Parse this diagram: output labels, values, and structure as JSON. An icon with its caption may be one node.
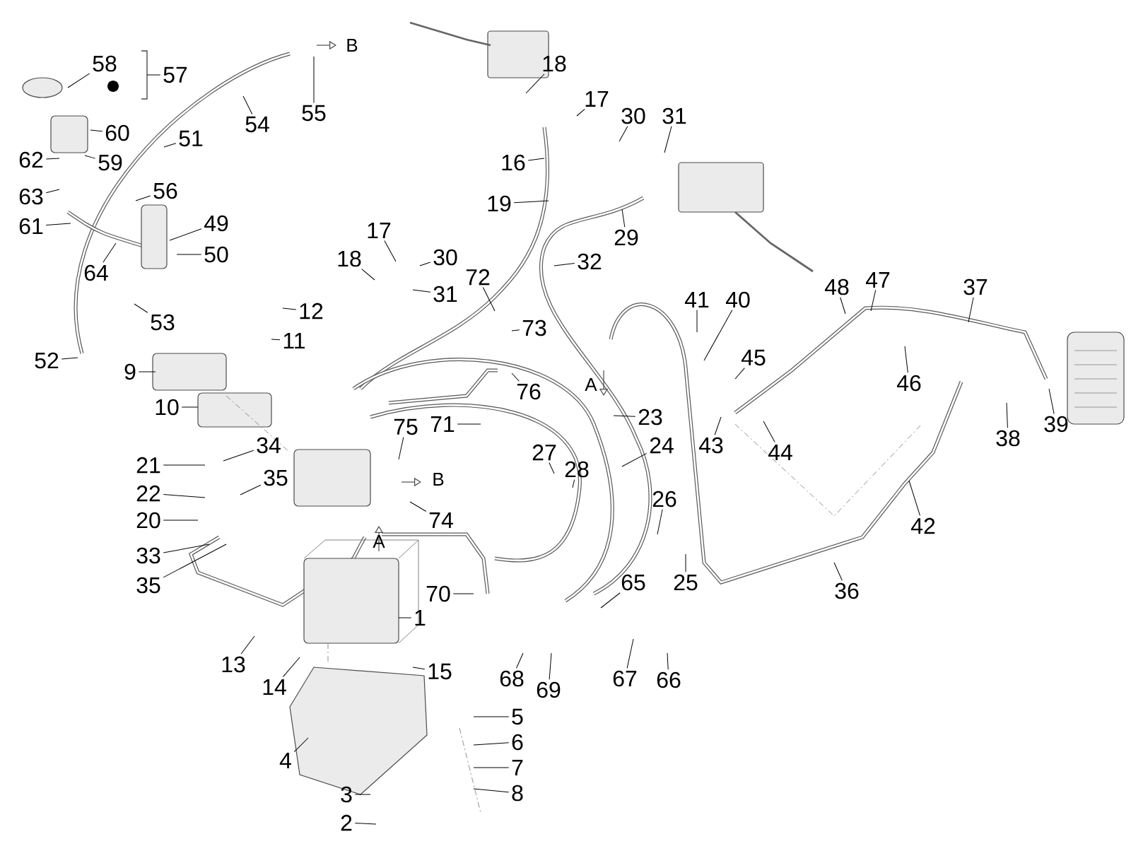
{
  "diagram": {
    "nodes": [
      {
        "text": [
          "58"
        ]
      },
      {
        "text": [
          "57"
        ]
      },
      {
        "text": [
          "60"
        ]
      },
      {
        "text": [
          "59"
        ]
      },
      {
        "text": [
          "62"
        ]
      },
      {
        "text": [
          "63"
        ]
      },
      {
        "text": [
          "61"
        ]
      },
      {
        "text": [
          "51"
        ]
      },
      {
        "text": [
          "56"
        ]
      },
      {
        "text": [
          "64"
        ]
      },
      {
        "text": [
          "49"
        ]
      },
      {
        "text": [
          "50"
        ]
      },
      {
        "text": [
          "53"
        ]
      },
      {
        "text": [
          "52"
        ]
      },
      {
        "text": [
          "54"
        ]
      },
      {
        "text": [
          "55"
        ]
      },
      {
        "text": [
          "18"
        ]
      },
      {
        "text": [
          "17"
        ]
      },
      {
        "text": [
          "16"
        ]
      },
      {
        "text": [
          "30"
        ]
      },
      {
        "text": [
          "31"
        ]
      },
      {
        "text": [
          "19"
        ]
      },
      {
        "text": [
          "29"
        ]
      },
      {
        "text": [
          "32"
        ]
      },
      {
        "text": [
          "17"
        ]
      },
      {
        "text": [
          "18"
        ]
      },
      {
        "text": [
          "30"
        ]
      },
      {
        "text": [
          "31"
        ]
      },
      {
        "text": [
          "12"
        ]
      },
      {
        "text": [
          "11"
        ]
      },
      {
        "text": [
          "9"
        ]
      },
      {
        "text": [
          "10"
        ]
      },
      {
        "text": [
          "72"
        ]
      },
      {
        "text": [
          "73"
        ]
      },
      {
        "text": [
          "76"
        ]
      },
      {
        "text": [
          "41"
        ]
      },
      {
        "text": [
          "40"
        ]
      },
      {
        "text": [
          "45"
        ]
      },
      {
        "text": [
          "48"
        ]
      },
      {
        "text": [
          "47"
        ]
      },
      {
        "text": [
          "37"
        ]
      },
      {
        "text": [
          "46"
        ]
      },
      {
        "text": [
          "39"
        ]
      },
      {
        "text": [
          "38"
        ]
      },
      {
        "text": [
          "75"
        ]
      },
      {
        "text": [
          "71"
        ]
      },
      {
        "text": [
          "23"
        ]
      },
      {
        "text": [
          "24"
        ]
      },
      {
        "text": [
          "43"
        ]
      },
      {
        "text": [
          "44"
        ]
      },
      {
        "text": [
          "42"
        ]
      },
      {
        "text": [
          "36"
        ]
      },
      {
        "text": [
          "34"
        ]
      },
      {
        "text": [
          "21"
        ]
      },
      {
        "text": [
          "35"
        ]
      },
      {
        "text": [
          "22"
        ]
      },
      {
        "text": [
          "20"
        ]
      },
      {
        "text": [
          "27"
        ]
      },
      {
        "text": [
          "28"
        ]
      },
      {
        "text": [
          "74"
        ]
      },
      {
        "text": [
          "33"
        ]
      },
      {
        "text": [
          "35"
        ]
      },
      {
        "text": [
          "26"
        ]
      },
      {
        "text": [
          "25"
        ]
      },
      {
        "text": [
          "65"
        ]
      },
      {
        "text": [
          "70"
        ]
      },
      {
        "text": [
          "1"
        ]
      },
      {
        "text": [
          "13"
        ]
      },
      {
        "text": [
          "14"
        ]
      },
      {
        "text": [
          "15"
        ]
      },
      {
        "text": [
          "68"
        ]
      },
      {
        "text": [
          "69"
        ]
      },
      {
        "text": [
          "67"
        ]
      },
      {
        "text": [
          "66"
        ]
      },
      {
        "text": [
          "5"
        ]
      },
      {
        "text": [
          "6"
        ]
      },
      {
        "text": [
          "7"
        ]
      },
      {
        "text": [
          "8"
        ]
      },
      {
        "text": [
          "4"
        ]
      },
      {
        "text": [
          "3"
        ]
      },
      {
        "text": [
          "2"
        ]
      }
    ],
    "edges": [
      {
        "from": 0,
        "to": null,
        "arrow": "none"
      },
      {
        "from": 1,
        "to": null,
        "arrow": "none"
      },
      {
        "from": 2,
        "to": null,
        "arrow": "none"
      },
      {
        "from": 3,
        "to": null,
        "arrow": "none"
      },
      {
        "from": 4,
        "to": null,
        "arrow": "none"
      },
      {
        "from": 5,
        "to": null,
        "arrow": "none"
      },
      {
        "from": 6,
        "to": null,
        "arrow": "none"
      },
      {
        "from": 7,
        "to": null,
        "arrow": "none"
      },
      {
        "from": 8,
        "to": null,
        "arrow": "none"
      },
      {
        "from": 9,
        "to": null,
        "arrow": "none"
      },
      {
        "from": 10,
        "to": null,
        "arrow": "none"
      },
      {
        "from": 11,
        "to": null,
        "arrow": "none"
      },
      {
        "from": 12,
        "to": null,
        "arrow": "none"
      },
      {
        "from": 13,
        "to": null,
        "arrow": "none"
      },
      {
        "from": 14,
        "to": null,
        "arrow": "none"
      },
      {
        "from": 15,
        "to": null,
        "arrow": "none"
      },
      {
        "from": 16,
        "to": null,
        "arrow": "none"
      },
      {
        "from": 17,
        "to": null,
        "arrow": "none"
      },
      {
        "from": 18,
        "to": null,
        "arrow": "none"
      },
      {
        "from": 19,
        "to": null,
        "arrow": "none"
      },
      {
        "from": 20,
        "to": null,
        "arrow": "none"
      },
      {
        "from": 21,
        "to": null,
        "arrow": "none"
      },
      {
        "from": 22,
        "to": null,
        "arrow": "none"
      },
      {
        "from": 23,
        "to": null,
        "arrow": "none"
      },
      {
        "from": 24,
        "to": null,
        "arrow": "none"
      },
      {
        "from": 25,
        "to": null,
        "arrow": "none"
      },
      {
        "from": 26,
        "to": null,
        "arrow": "none"
      },
      {
        "from": 27,
        "to": null,
        "arrow": "none"
      },
      {
        "from": 28,
        "to": null,
        "arrow": "none"
      },
      {
        "from": 29,
        "to": null,
        "arrow": "none"
      },
      {
        "from": 30,
        "to": null,
        "arrow": "none"
      },
      {
        "from": 31,
        "to": null,
        "arrow": "none"
      },
      {
        "from": 32,
        "to": null,
        "arrow": "none"
      },
      {
        "from": 33,
        "to": null,
        "arrow": "none"
      },
      {
        "from": 34,
        "to": null,
        "arrow": "none"
      },
      {
        "from": 35,
        "to": null,
        "arrow": "none"
      },
      {
        "from": 36,
        "to": null,
        "arrow": "none"
      },
      {
        "from": 37,
        "to": null,
        "arrow": "none"
      },
      {
        "from": 38,
        "to": null,
        "arrow": "none"
      },
      {
        "from": 39,
        "to": null,
        "arrow": "none"
      },
      {
        "from": 40,
        "to": null,
        "arrow": "none"
      },
      {
        "from": 41,
        "to": null,
        "arrow": "none"
      },
      {
        "from": 42,
        "to": null,
        "arrow": "none"
      },
      {
        "from": 43,
        "to": null,
        "arrow": "none"
      },
      {
        "from": 44,
        "to": null,
        "arrow": "none"
      },
      {
        "from": 45,
        "to": null,
        "arrow": "none"
      },
      {
        "from": 46,
        "to": null,
        "arrow": "none"
      },
      {
        "from": 47,
        "to": null,
        "arrow": "none"
      },
      {
        "from": 48,
        "to": null,
        "arrow": "none"
      },
      {
        "from": 49,
        "to": null,
        "arrow": "none"
      },
      {
        "from": 50,
        "to": null,
        "arrow": "none"
      },
      {
        "from": 51,
        "to": null,
        "arrow": "none"
      },
      {
        "from": 52,
        "to": null,
        "arrow": "none"
      },
      {
        "from": 53,
        "to": null,
        "arrow": "none"
      },
      {
        "from": 54,
        "to": null,
        "arrow": "none"
      },
      {
        "from": 55,
        "to": null,
        "arrow": "none"
      },
      {
        "from": 56,
        "to": null,
        "arrow": "none"
      },
      {
        "from": 57,
        "to": null,
        "arrow": "none"
      },
      {
        "from": 58,
        "to": null,
        "arrow": "none"
      },
      {
        "from": 59,
        "to": null,
        "arrow": "none"
      },
      {
        "from": 60,
        "to": null,
        "arrow": "none"
      },
      {
        "from": 61,
        "to": null,
        "arrow": "none"
      },
      {
        "from": 62,
        "to": null,
        "arrow": "none"
      },
      {
        "from": 63,
        "to": null,
        "arrow": "none"
      },
      {
        "from": 64,
        "to": null,
        "arrow": "none"
      },
      {
        "from": 65,
        "to": null,
        "arrow": "none"
      },
      {
        "from": 66,
        "to": null,
        "arrow": "none"
      },
      {
        "from": 67,
        "to": null,
        "arrow": "none"
      },
      {
        "from": 68,
        "to": null,
        "arrow": "none"
      },
      {
        "from": 69,
        "to": null,
        "arrow": "none"
      },
      {
        "from": 70,
        "to": null,
        "arrow": "none"
      },
      {
        "from": 71,
        "to": null,
        "arrow": "none"
      },
      {
        "from": 72,
        "to": null,
        "arrow": "none"
      },
      {
        "from": 73,
        "to": null,
        "arrow": "none"
      },
      {
        "from": 74,
        "to": null,
        "arrow": "none"
      },
      {
        "from": 75,
        "to": null,
        "arrow": "none"
      },
      {
        "from": 76,
        "to": null,
        "arrow": "none"
      },
      {
        "from": 77,
        "to": null,
        "arrow": "none"
      },
      {
        "from": 78,
        "to": null,
        "arrow": "none"
      },
      {
        "from": 79,
        "to": null,
        "arrow": "none"
      },
      {
        "from": 80,
        "to": null,
        "arrow": "none"
      }
    ],
    "labels": [
      "B",
      "A",
      "B",
      "A"
    ]
  }
}
